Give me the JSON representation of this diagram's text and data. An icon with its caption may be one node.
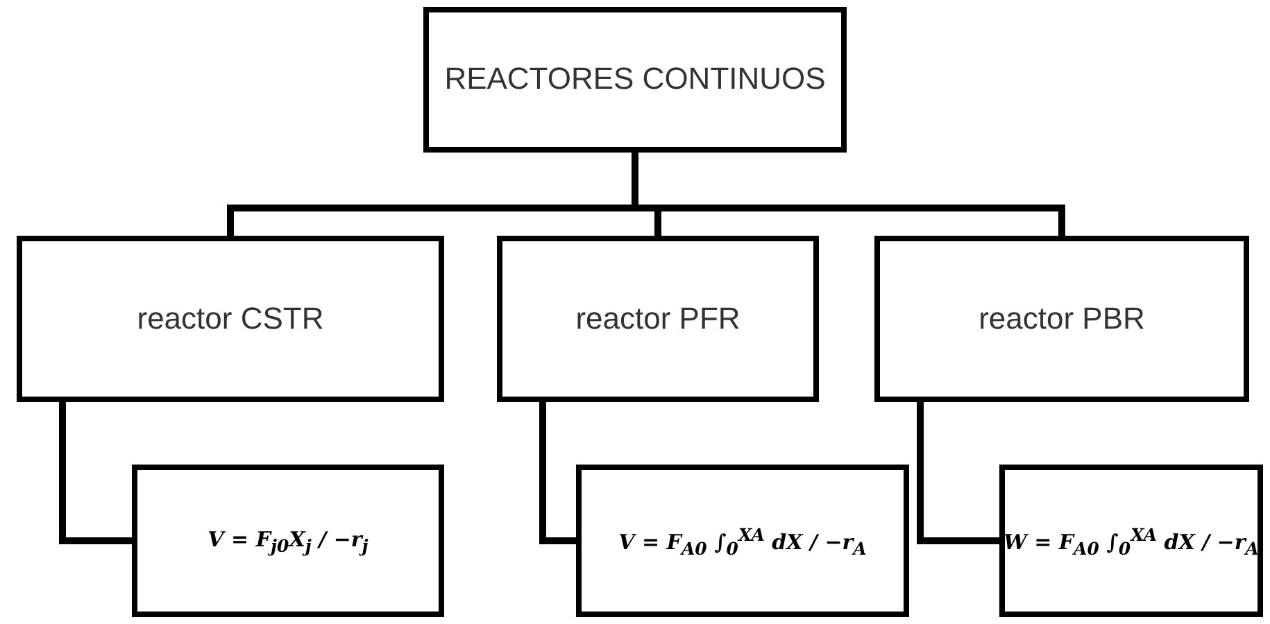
{
  "diagram": {
    "nodes": [
      {
        "text": [
          "REACTORES CONTINUOS"
        ]
      },
      {
        "text": [
          "reactor CSTR"
        ]
      },
      {
        "text": [
          "reactor PFR"
        ]
      },
      {
        "text": [
          "reactor PBR"
        ]
      },
      {
        "text": [
          "V = F$_{j0}$X$_{j}$ / −r$_{j}$"
        ]
      },
      {
        "text": [
          "V = F$_{A0}$ ∫$_{0}$$^{XA}$ dX / −r$_{A}$"
        ]
      },
      {
        "text": [
          "W = F$_{A0}$ ∫$_{0}$$^{XA}$ dX / −r$_{A}$"
        ]
      }
    ],
    "edges": [
      {
        "from": 0,
        "to": 1,
        "arrow": "none"
      },
      {
        "from": 0,
        "to": 2,
        "arrow": "none"
      },
      {
        "from": 0,
        "to": 3,
        "arrow": "none"
      },
      {
        "from": 1,
        "to": 4,
        "arrow": "none"
      },
      {
        "from": 2,
        "to": 5,
        "arrow": "none"
      },
      {
        "from": 3,
        "to": 6,
        "arrow": "none"
      }
    ]
  }
}
